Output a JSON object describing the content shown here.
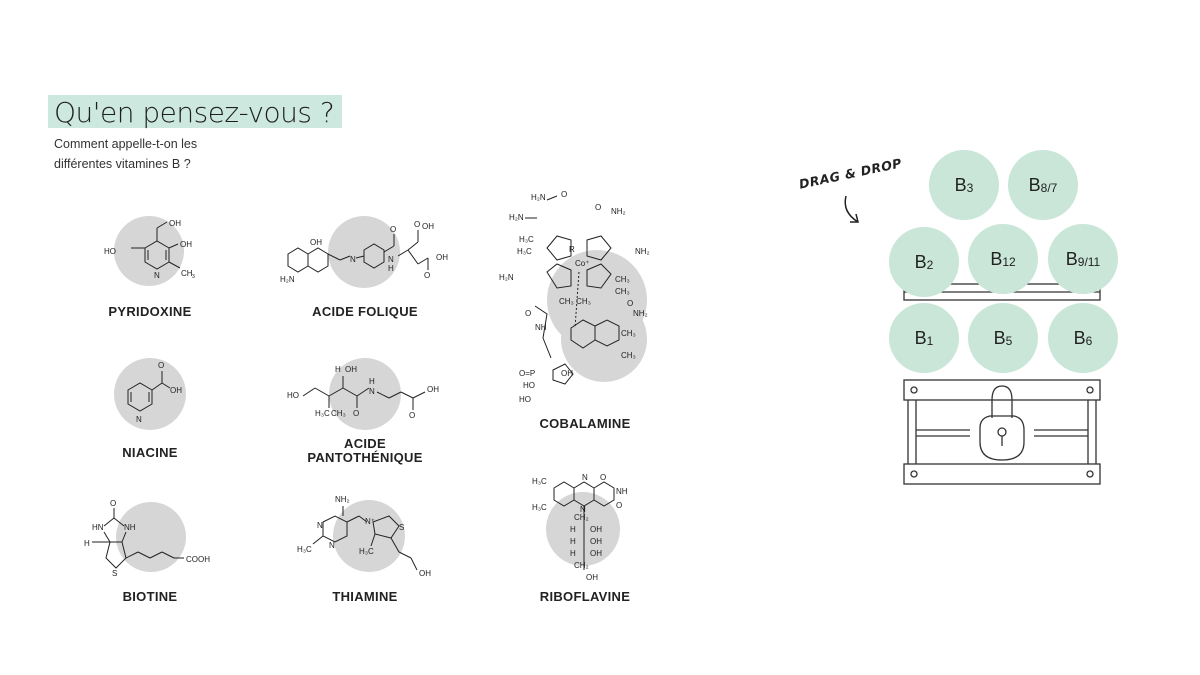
{
  "header": {
    "title": "Qu'en pensez-vous ?",
    "question_line1": "Comment appelle-t-on les",
    "question_line2": "différentes vitamines B ?"
  },
  "molecules": {
    "pyridoxine": "PYRIDOXINE",
    "acide_folique": "ACIDE FOLIQUE",
    "cobalamine": "COBALAMINE",
    "niacine": "NIACINE",
    "acide_pantothenique_1": "ACIDE",
    "acide_pantothenique_2": "PANTOTHÉNIQUE",
    "biotine": "BIOTINE",
    "thiamine": "THIAMINE",
    "riboflavine": "RIBOFLAVINE"
  },
  "drag": {
    "label": "DRAG & DROP",
    "icon": "curved-arrow-icon"
  },
  "bubbles": [
    {
      "main": "B",
      "sub": "3"
    },
    {
      "main": "B",
      "sub": "8/7"
    },
    {
      "main": "B",
      "sub": "2"
    },
    {
      "main": "B",
      "sub": "12"
    },
    {
      "main": "B",
      "sub": "9/11"
    },
    {
      "main": "B",
      "sub": "1"
    },
    {
      "main": "B",
      "sub": "5"
    },
    {
      "main": "B",
      "sub": "6"
    }
  ],
  "chest": {
    "icon": "treasure-chest-icon",
    "lock_icon": "padlock-icon"
  },
  "colors": {
    "accent": "#c9e6d9",
    "highlight": "#cde9df",
    "molecule_circle": "#d6d6d6"
  }
}
